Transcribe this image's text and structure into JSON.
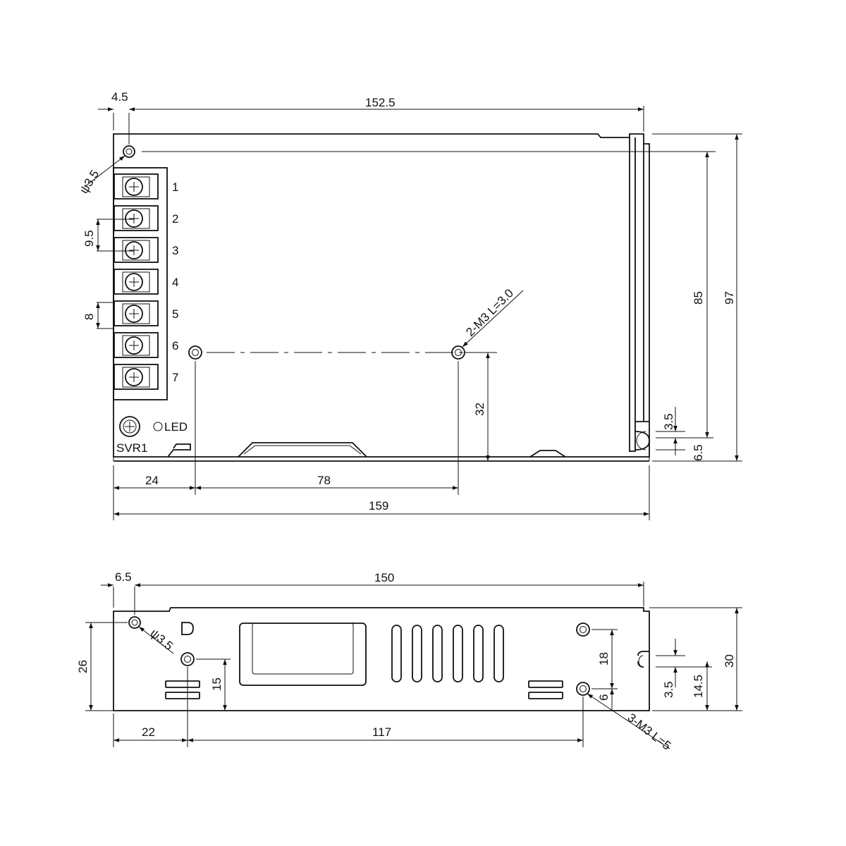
{
  "colors": {
    "line": "#111111",
    "background": "#ffffff"
  },
  "top_view": {
    "dimensions": {
      "offset_left": "4.5",
      "width_holes": "152.5",
      "hole_dia": "ψ3.5",
      "terminal_pitch": "9.5",
      "terminal_height": "8",
      "screw_note": "2-M3 L=3.0",
      "height_inner": "85",
      "height_total": "97",
      "hole_spacing_v": "32",
      "notch_size": "3.5",
      "notch_offset": "6.5",
      "left_to_hole": "24",
      "hole_spacing_h": "78",
      "length_total": "159"
    },
    "terminals": [
      "1",
      "2",
      "3",
      "4",
      "5",
      "6",
      "7"
    ],
    "led_label": "LED",
    "svr_label": "SVR1"
  },
  "side_view": {
    "dimensions": {
      "offset_left": "6.5",
      "width_holes": "150",
      "hole_dia": "ψ3.5",
      "hole_height_left": "26",
      "hole_height_mid": "15",
      "hole_spacing_v": "18",
      "hole_offset_bottom": "6",
      "screw_note": "3-M3 L=5",
      "height_total": "30",
      "notch_size": "3.5",
      "notch_height": "14.5",
      "left_to_hole": "22",
      "hole_spacing_h": "117"
    }
  }
}
